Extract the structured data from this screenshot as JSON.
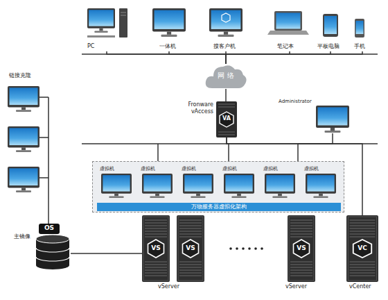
{
  "diagram": {
    "nodes": [
      {
        "text": [
          "PC"
        ]
      },
      {
        "text": [
          "一体机"
        ]
      },
      {
        "text": [
          "搜客户机"
        ]
      },
      {
        "text": [
          "笔记本"
        ]
      },
      {
        "text": [
          "平板电脑"
        ]
      },
      {
        "text": [
          "手机"
        ]
      },
      {
        "text": [
          "网络"
        ]
      },
      {
        "text": [
          "链接克隆"
        ]
      },
      {
        "text": [
          "Fronware vAccess",
          "VA"
        ]
      },
      {
        "text": [
          "Administrator"
        ]
      },
      {
        "text": [
          "万物服务器虚拟化架构"
        ]
      },
      {
        "text": [
          "虚拟机"
        ],
        "in": 10
      },
      {
        "text": [
          "虚拟机"
        ],
        "in": 10
      },
      {
        "text": [
          "虚拟机"
        ],
        "in": 10
      },
      {
        "text": [
          "虚拟机"
        ],
        "in": 10
      },
      {
        "text": [
          "虚拟机"
        ],
        "in": 10
      },
      {
        "text": [
          "虚拟机"
        ],
        "in": 10
      },
      {
        "text": [
          "主镜像",
          "OS"
        ]
      },
      {
        "text": [
          "VS"
        ]
      },
      {
        "text": [
          "VS"
        ]
      },
      {
        "text": [
          "VS"
        ]
      },
      {
        "text": [
          "VC",
          "vCenter"
        ]
      }
    ],
    "edges": [
      {
        "from": 6,
        "to": 0,
        "arrow": "none"
      },
      {
        "from": 6,
        "to": 1,
        "arrow": "none"
      },
      {
        "from": 6,
        "to": 2,
        "arrow": "none"
      },
      {
        "from": 6,
        "to": 3,
        "arrow": "none"
      },
      {
        "from": 6,
        "to": 4,
        "arrow": "none"
      },
      {
        "from": 6,
        "to": 5,
        "arrow": "none"
      },
      {
        "from": 6,
        "to": 8,
        "arrow": "none"
      },
      {
        "from": 8,
        "to": 10,
        "arrow": "none"
      },
      {
        "from": 9,
        "to": 10,
        "arrow": "none"
      },
      {
        "from": 8,
        "to": 21,
        "arrow": "none"
      },
      {
        "from": 7,
        "to": 17,
        "arrow": "none"
      },
      {
        "from": 17,
        "to": 18,
        "arrow": "none"
      }
    ],
    "labels": [
      "vServer",
      "vServer"
    ]
  }
}
